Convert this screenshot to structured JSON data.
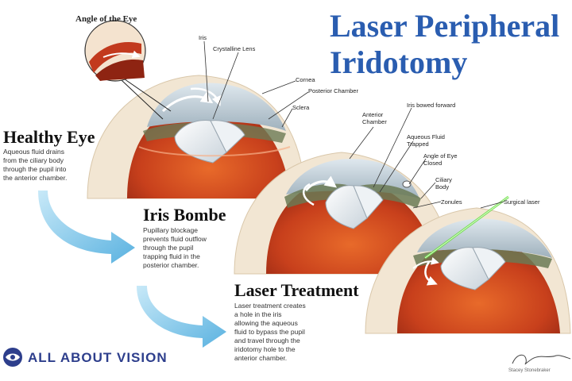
{
  "title": {
    "line1": "Laser Peripheral",
    "line2": "Iridotomy"
  },
  "inset": {
    "title": "Angle of the Eye"
  },
  "stages": [
    {
      "heading": "Healthy Eye",
      "text": "Aqueous fluid drains\nfrom the ciliary body\nthrough the pupil into\nthe  anterior chamber."
    },
    {
      "heading": "Iris Bombe",
      "text": "Pupillary blockage\nprevents fluid outflow\nthrough the pupil\ntrapping fluid in the\nposterior chamber."
    },
    {
      "heading": "Laser Treatment",
      "text": "Laser treatment creates\na hole in the iris\nallowing the aqueous\nfluid to bypass the pupil\nand travel through the\niridotomy hole to the\nanterior chamber."
    }
  ],
  "labels": {
    "iris": "Iris",
    "crystalline_lens": "Crystalline Lens",
    "cornea": "Cornea",
    "posterior_chamber": "Posterior Chamber",
    "sclera": "Sclera",
    "anterior_chamber": "Anterior\nChamber",
    "iris_bowed_forward": "Iris bowed forward",
    "aqueous_fluid_trapped": "Aqueous Fluid\nTrapped",
    "angle_closed": "Angle of Eye\nClosed",
    "ciliary_body": "Ciliary\nBody",
    "zonules": "Zonules",
    "surgical_laser": "Surgical laser"
  },
  "brand": {
    "name": "ALL ABOUT VISION",
    "color": "#2d3e8c"
  },
  "signature": {
    "name": "Stacey Stonebraker"
  },
  "colors": {
    "title": "#2a5db0",
    "arrow": "#7fc4e8",
    "tissue": "#c23a1e",
    "sclera": "#f2e6d3",
    "laser": "#6fdc4a"
  }
}
